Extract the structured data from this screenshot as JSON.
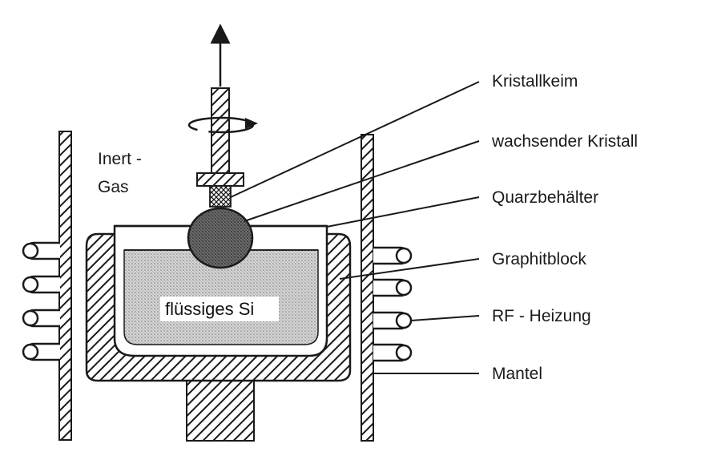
{
  "labels": {
    "seed": "Kristallkeim",
    "growing_crystal": "wachsender Kristall",
    "quartz_container": "Quarzbehälter",
    "graphite_block": "Graphitblock",
    "rf_heating": "RF - Heizung",
    "mantle": "Mantel",
    "inert_gas_1": "Inert -",
    "inert_gas_2": "Gas",
    "liquid_si": "flüssiges Si"
  },
  "colors": {
    "ink": "#1a1a1a",
    "melt": "#c9c9c9",
    "paper": "#ffffff"
  }
}
